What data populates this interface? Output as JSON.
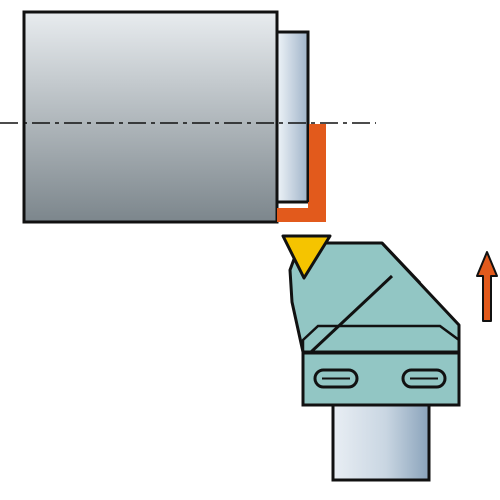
{
  "diagram": {
    "kind": "turning operation illustration",
    "feed_direction": "up",
    "colors": {
      "workpiece_light": "#e8ecef",
      "workpiece_dark": "#7c868c",
      "face_light": "#eef3f8",
      "face_dark": "#9fb3c8",
      "cut_material": "#e25a1c",
      "insert": "#f5c400",
      "holder": "#92c6c4",
      "shank_light": "#e9eef4",
      "shank_dark": "#8aa3bb",
      "feed_arrow": "#e25a1c",
      "outline": "#111111"
    },
    "icons": [
      "workpiece",
      "cutting-insert",
      "tool-holder",
      "feed-arrow-icon"
    ]
  }
}
